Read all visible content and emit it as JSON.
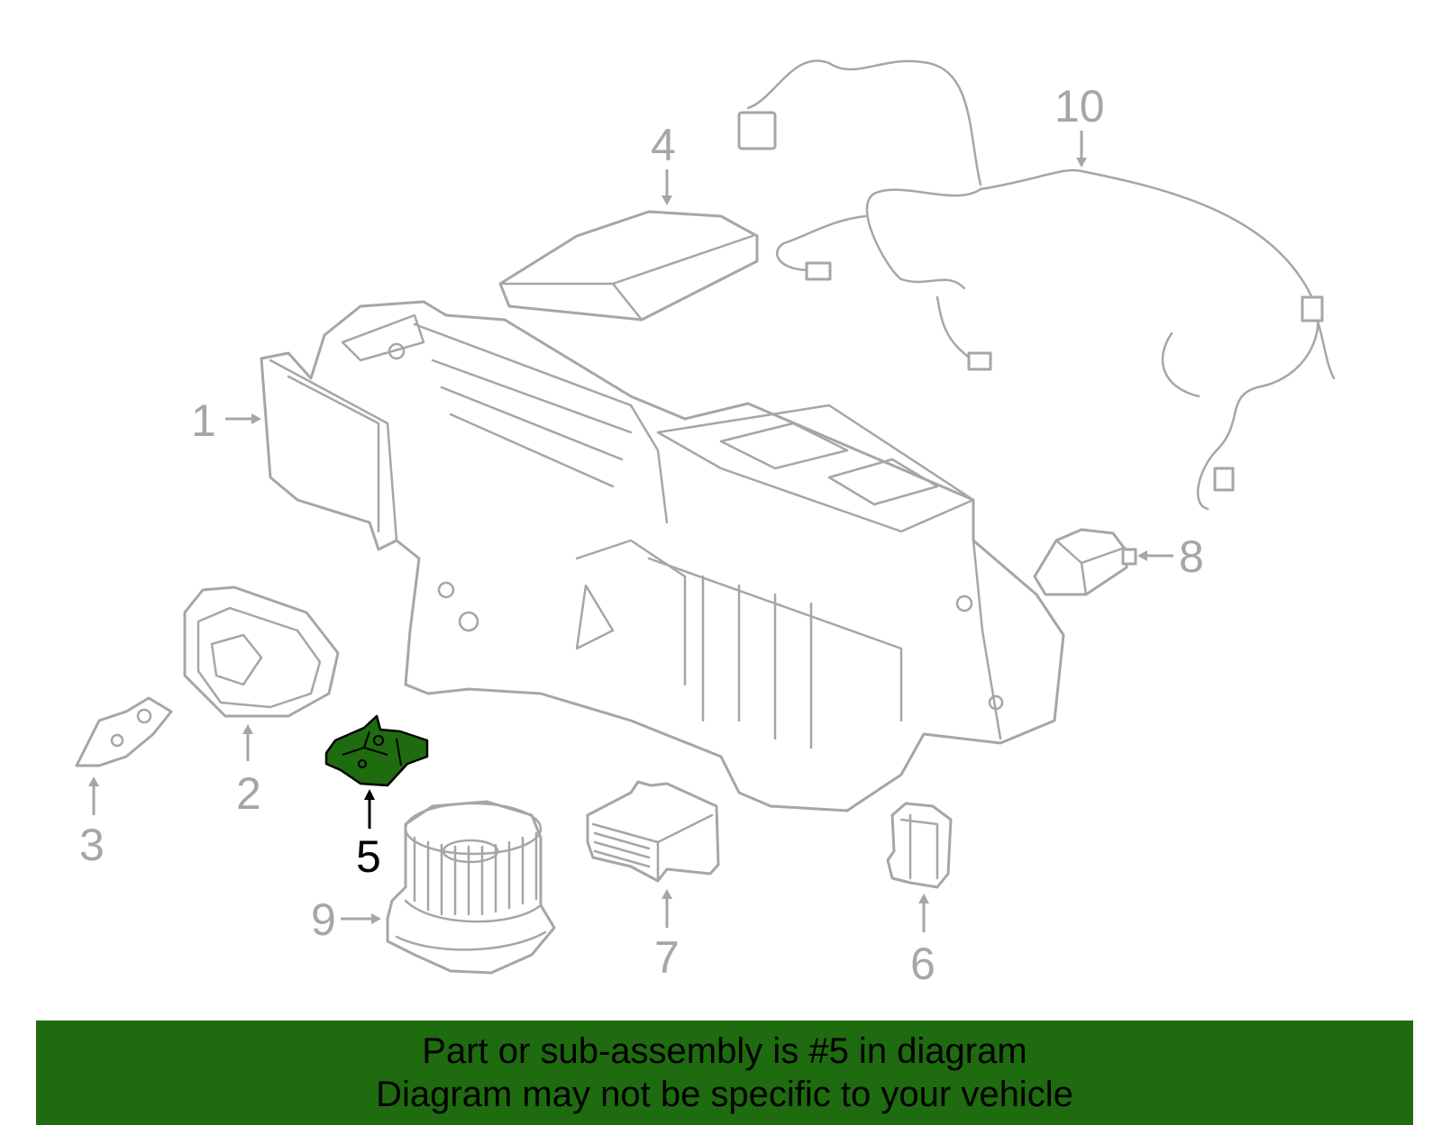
{
  "diagram": {
    "callouts": [
      "1",
      "2",
      "3",
      "4",
      "5",
      "6",
      "7",
      "8",
      "9",
      "10"
    ],
    "selected_callout": "5",
    "colors": {
      "line": "#a6a6a6",
      "highlight": "#1f6b10",
      "footer": "#1f6b10"
    }
  },
  "footer": {
    "line1": "Part or sub-assembly is #5 in diagram",
    "line2": "Diagram may not be specific to your vehicle"
  }
}
